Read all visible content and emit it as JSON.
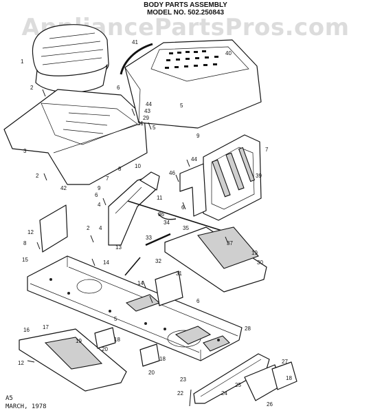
{
  "header": {
    "title": "BODY PARTS ASSEMBLY",
    "model": "MODEL NO. 502.250843"
  },
  "watermark": "AppliancePartsPros.com",
  "footer": {
    "page_code": "A5",
    "date": "MARCH, 1978"
  },
  "callouts": [
    "1",
    "2",
    "3",
    "2",
    "42",
    "41",
    "40",
    "6",
    "44",
    "43",
    "29",
    "31",
    "5",
    "5",
    "9",
    "44",
    "46",
    "7",
    "39",
    "8",
    "10",
    "7",
    "9",
    "11",
    "6",
    "4",
    "12",
    "8",
    "15",
    "2",
    "4",
    "36",
    "34",
    "6",
    "13",
    "35",
    "33",
    "37",
    "32",
    "19",
    "30",
    "14",
    "31",
    "14",
    "6",
    "5",
    "16",
    "17",
    "19",
    "20",
    "18",
    "12",
    "18",
    "20",
    "28",
    "23",
    "27",
    "18",
    "25",
    "26",
    "22",
    "24"
  ]
}
